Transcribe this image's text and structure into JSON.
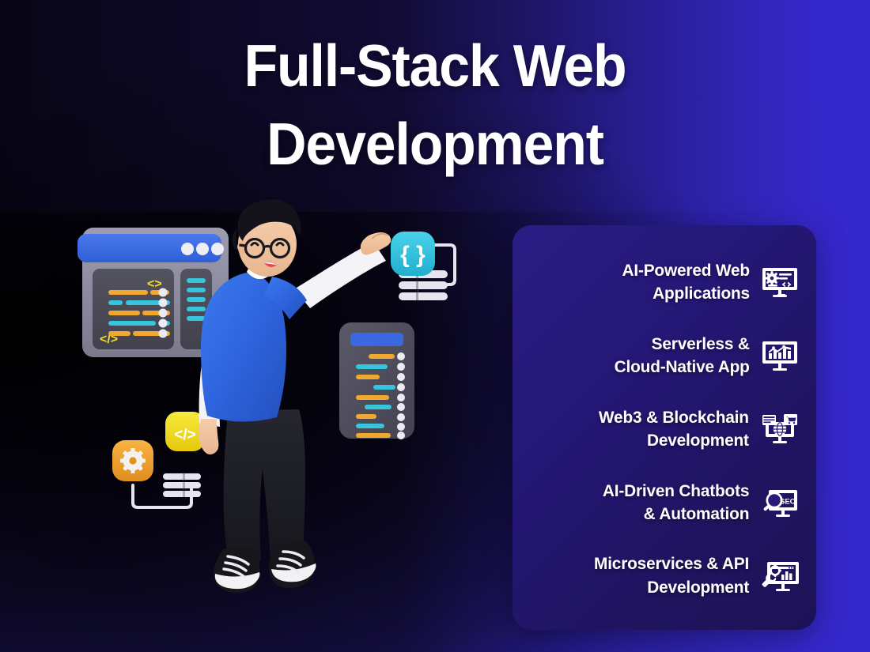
{
  "poster": {
    "title": "Full-Stack Web\nDevelopment",
    "background": {
      "dark": "#07060f",
      "mid": "#1a1150",
      "accent": "#3327c5"
    },
    "card": {
      "background": "#2a1a7a",
      "text_color": "#ffffff",
      "corner_radius": "24px"
    }
  },
  "features": [
    {
      "label": "AI-Powered Web\nApplications",
      "icon": "monitor-gear-code-icon"
    },
    {
      "label": "Serverless &\nCloud-Native App",
      "icon": "monitor-bar-chart-icon"
    },
    {
      "label": "Web3 & Blockchain\nDevelopment",
      "icon": "monitor-globe-cart-icon"
    },
    {
      "label": "AI-Driven Chatbots\n& Automation",
      "icon": "monitor-seo-search-icon"
    },
    {
      "label": "Microservices & API\nDevelopment",
      "icon": "monitor-wrench-chart-icon"
    }
  ],
  "illustration": {
    "name": "3d-developer-character-scene",
    "elements": [
      {
        "name": "code-editor-window",
        "colors": {
          "titlebar": "#3c6ae1",
          "body": "#8b8a9e",
          "screen": "#4a4956"
        }
      },
      {
        "name": "developer-character",
        "colors": {
          "shirt": "#2f6ae0",
          "sleeves": "#ffffff",
          "pants": "#1e1e24",
          "hair": "#151318",
          "skin": "#f2c4a0"
        }
      },
      {
        "name": "braces-badge-icon",
        "color": "#31c2dd",
        "glyph": "{}"
      },
      {
        "name": "tablet-code-panel",
        "colors": {
          "body": "#4e4d5a",
          "header": "#3c6ae1"
        }
      },
      {
        "name": "code-tag-badge-icon",
        "color": "#f2dc22",
        "glyph": "</>"
      },
      {
        "name": "gear-badge-icon",
        "color": "#f0a431",
        "glyph": "gear"
      }
    ],
    "code_line_colors": {
      "orange": "#f0a92e",
      "cyan": "#35c5dd"
    }
  }
}
